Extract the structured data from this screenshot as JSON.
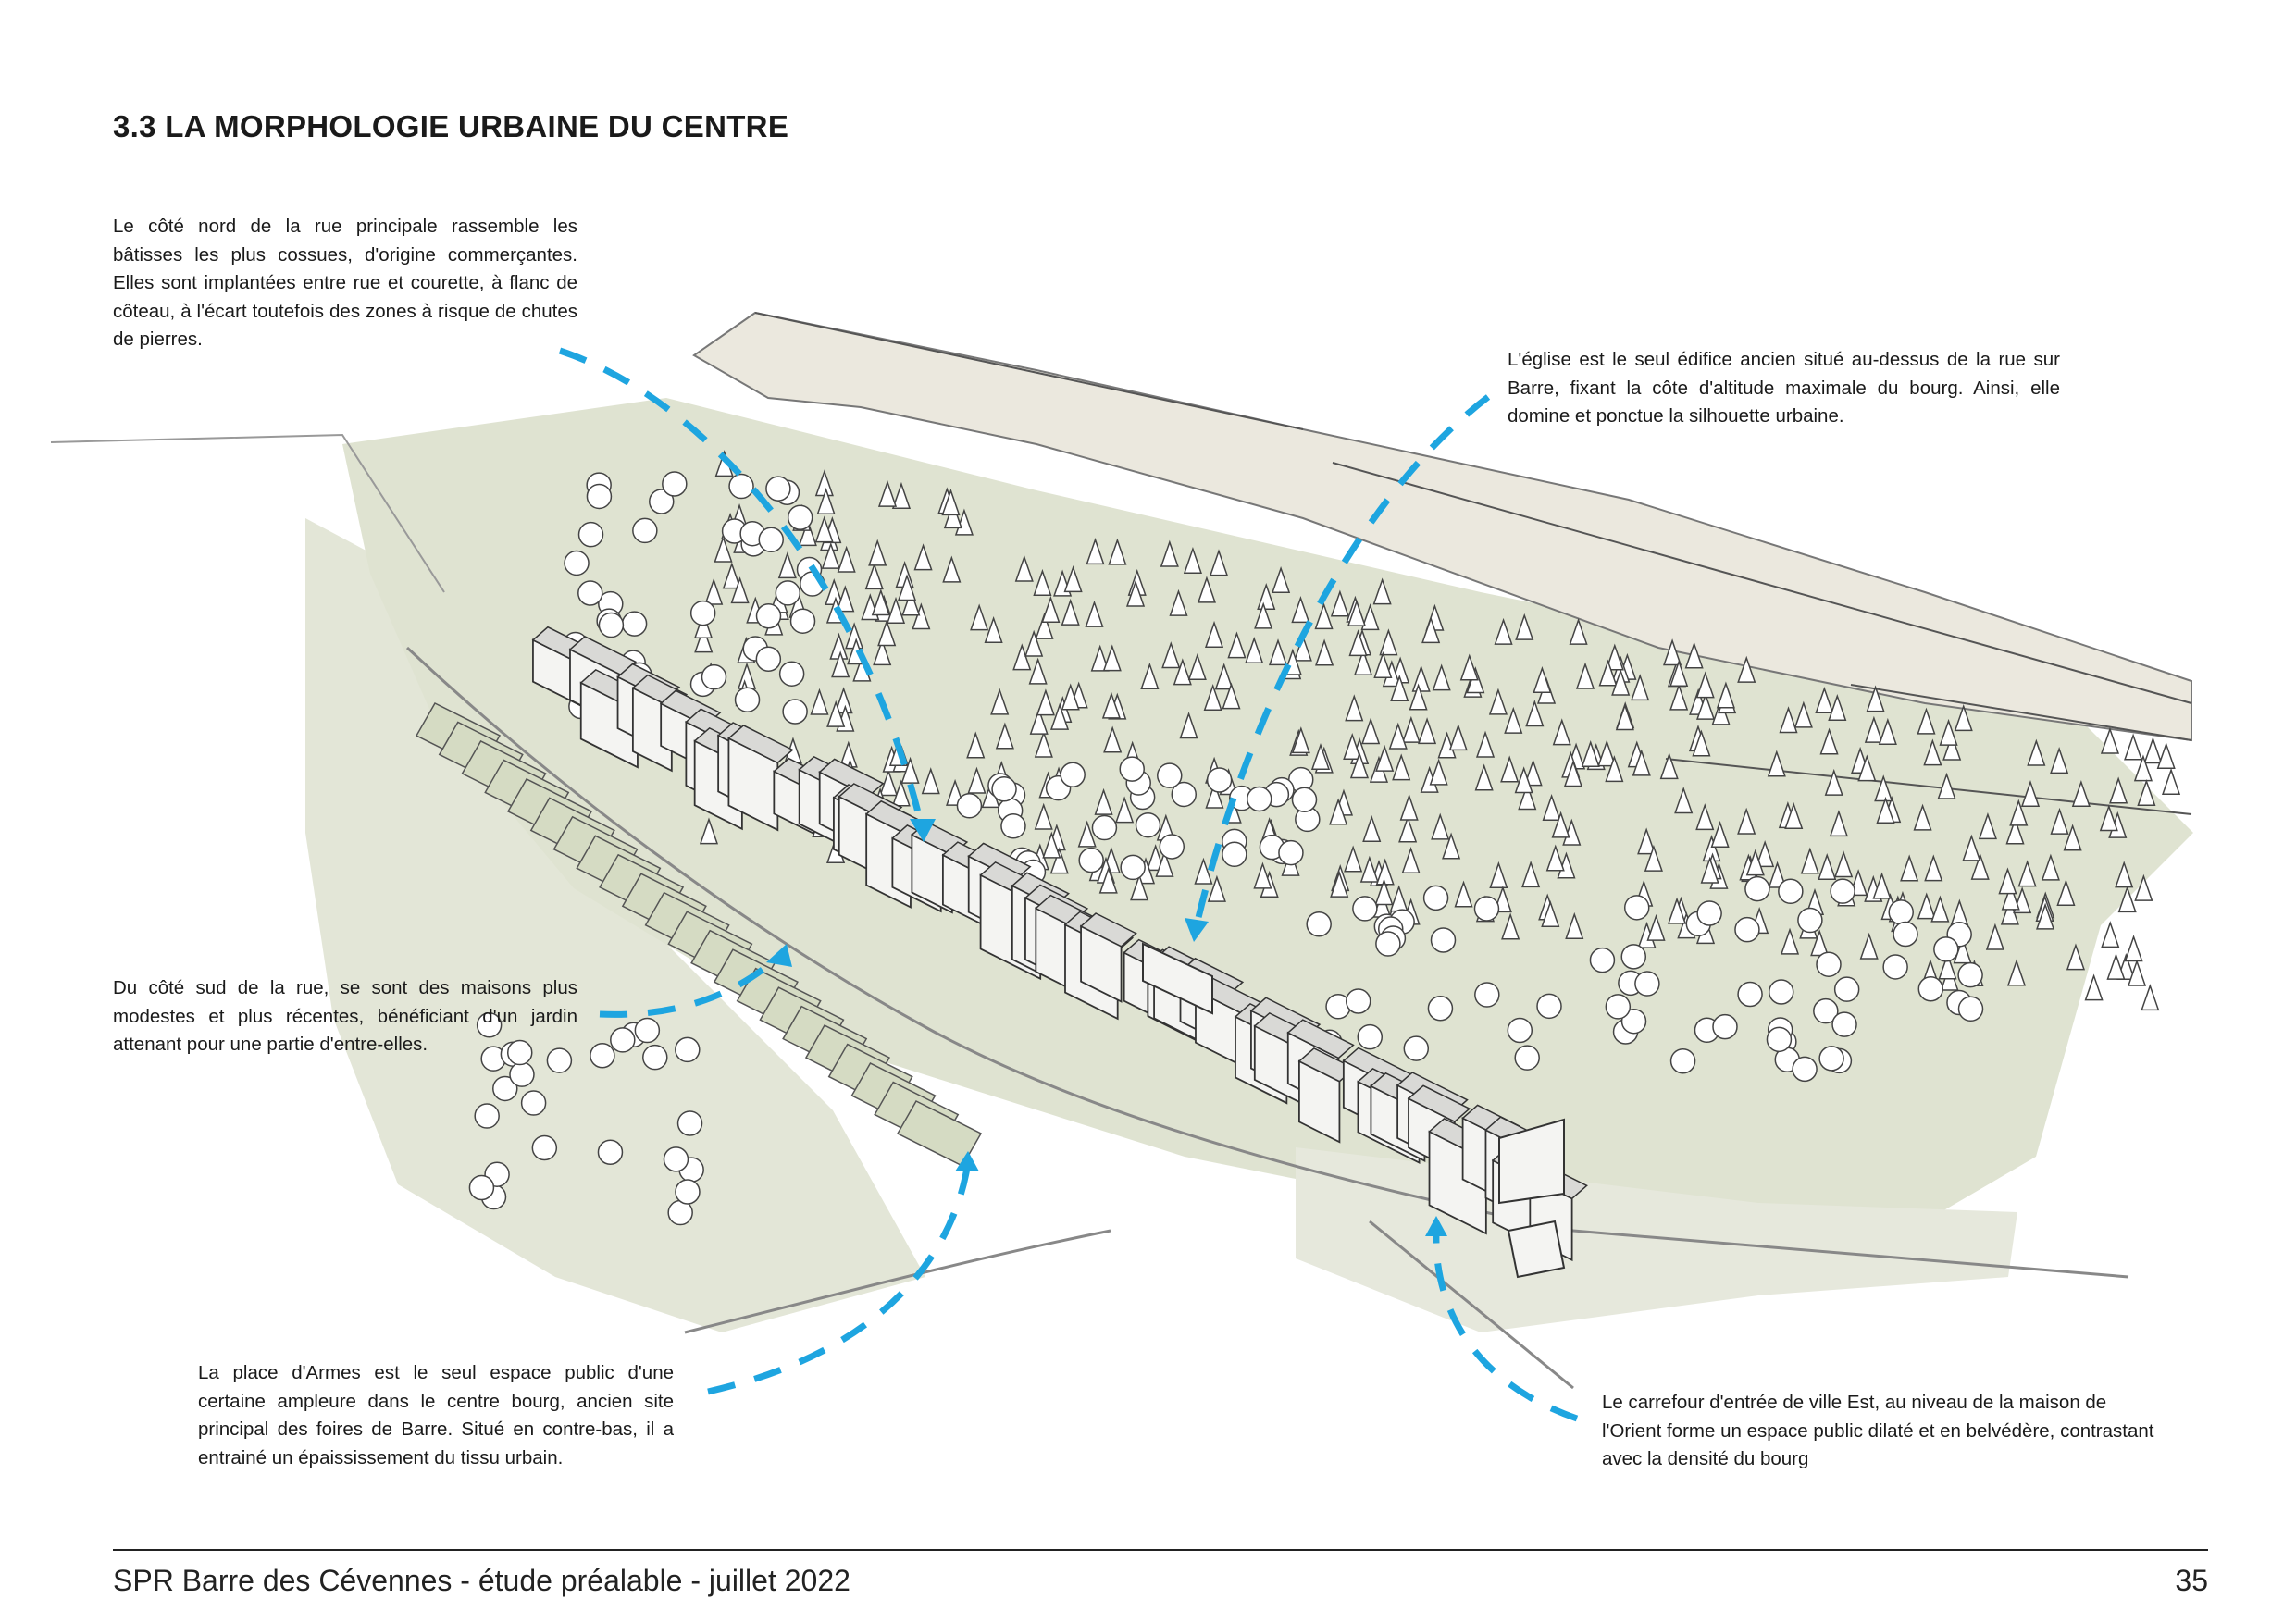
{
  "title": "3.3 LA MORPHOLOGIE URBAINE DU CENTRE",
  "notes": [
    "Le côté nord de la rue principale rassemble les bâtisses les plus cossues, d'origine commerçantes. Elles sont implantées entre rue et courette, à flanc de côteau, à l'écart toutefois des zones à risque de chutes de pierres.",
    "L'église est le seul édifice ancien situé au-dessus de la rue sur Barre, fixant la côte d'altitude maximale du bourg. Ainsi, elle domine et ponctue la silhouette urbaine.",
    "Du côté sud de la rue, se sont des maisons plus modestes et plus récentes, bénéficiant d'un jardin attenant pour une partie d'entre-elles.",
    "La place d'Armes est le seul espace public d'une certaine ampleure dans le centre bourg, ancien site principal des foires de Barre. Situé en contre-bas, il a entrainé un épaississement du tissu urbain.",
    "Le carrefour d'entrée de ville Est, au niveau de la maison de l'Orient forme un espace public dilaté et en belvédère, contrastant avec la densité du bourg"
  ],
  "footer": {
    "text": "SPR Barre des Cévennes - étude préalable - juillet 2022",
    "page": "35"
  },
  "colors": {
    "arrow": "#1ea5e0",
    "slope_green": "#dfe3d1",
    "cliff_beige": "#ebe8de",
    "ink": "#333333"
  }
}
